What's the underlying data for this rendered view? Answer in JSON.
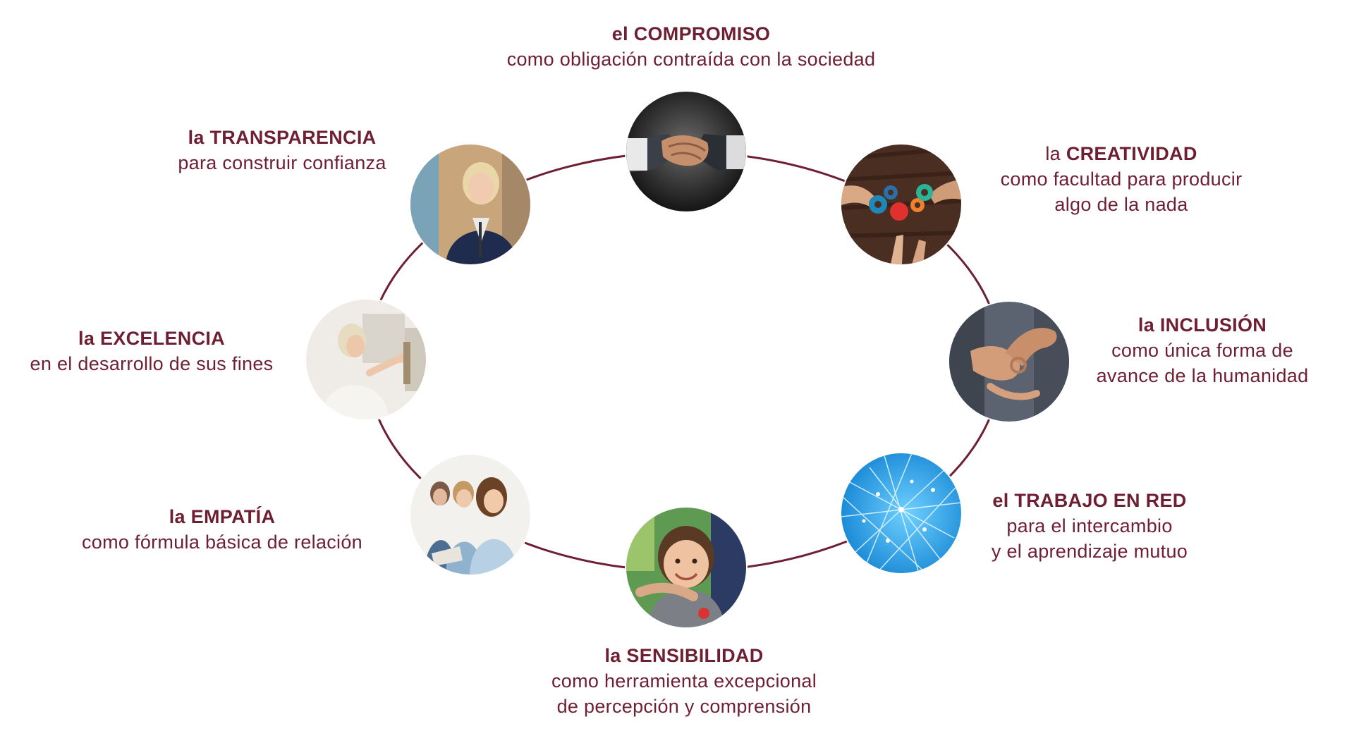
{
  "values": [
    {
      "id": "compromiso",
      "article": "el",
      "name": "COMPROMISO",
      "lines": [
        "como obligación contraída con la sociedad"
      ],
      "image": "handshake-photo"
    },
    {
      "id": "creatividad",
      "article": "la",
      "name": "CREATIVIDAD",
      "lines": [
        "como facultad para producir",
        "algo de la nada"
      ],
      "image": "gears-hands-photo"
    },
    {
      "id": "inclusion",
      "article": "la",
      "name": "INCLUSIÓN",
      "lines": [
        "como única forma de",
        "avance de la humanidad"
      ],
      "image": "linked-hands-photo"
    },
    {
      "id": "trabajo-en-red",
      "article": "el",
      "name": "TRABAJO EN RED",
      "lines": [
        "para el intercambio",
        "y el aprendizaje mutuo"
      ],
      "image": "network-photo"
    },
    {
      "id": "sensibilidad",
      "article": "la",
      "name": "SENSIBILIDAD",
      "lines": [
        "como herramienta excepcional",
        "de percepción y comprensión"
      ],
      "image": "child-smiling-photo"
    },
    {
      "id": "empatia",
      "article": "la",
      "name": "EMPATÍA",
      "lines": [
        "como fórmula básica de relación"
      ],
      "image": "audience-photo"
    },
    {
      "id": "excelencia",
      "article": "la",
      "name": "EXCELENCIA",
      "lines": [
        "en el desarrollo de sus fines"
      ],
      "image": "woman-reviewing-photo"
    },
    {
      "id": "transparencia",
      "article": "la",
      "name": "TRANSPARENCIA",
      "lines": [
        "para construir confianza"
      ],
      "image": "woman-portrait-photo"
    }
  ],
  "colors": {
    "accent": "#6e1f33",
    "ring": "#6e1f33",
    "background": "#ffffff"
  }
}
